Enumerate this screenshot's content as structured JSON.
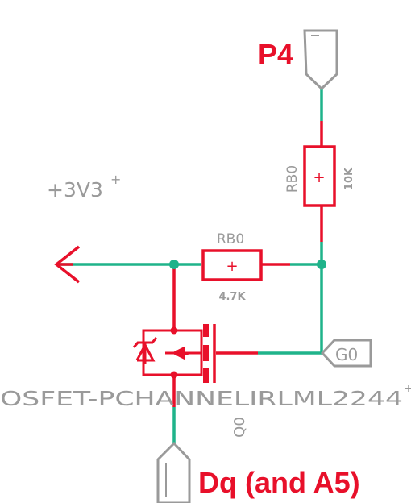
{
  "labels": {
    "p4": "P4",
    "dq": "Dq (and A5)",
    "supply": "+3V3",
    "supply_mark": "+",
    "r_top_name": "RB0",
    "r_top_value": "10K",
    "r_mid_name": "RB0",
    "r_mid_value": "4.7K",
    "g0": "G0",
    "mosfet": "OSFET-PCHANNELIRLML2244",
    "mosfet_mark": "+",
    "q0": "Q0",
    "res_plus": "+"
  },
  "colors": {
    "wire_red": "#e8102a",
    "wire_green": "#1fb38a",
    "gray": "#9a9a9a",
    "junction": "#1fb38a"
  }
}
